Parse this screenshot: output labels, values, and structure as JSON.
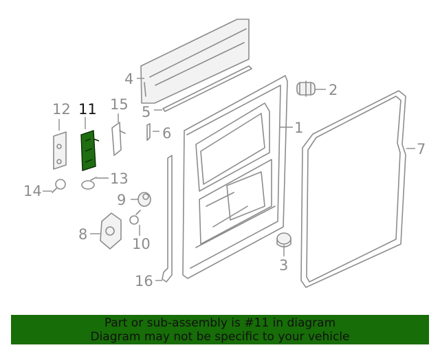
{
  "callouts": {
    "c1": "1",
    "c2": "2",
    "c3": "3",
    "c4": "4",
    "c5": "5",
    "c6": "6",
    "c7": "7",
    "c8": "8",
    "c9": "9",
    "c10": "10",
    "c11": "11",
    "c12": "12",
    "c13": "13",
    "c14": "14",
    "c15": "15",
    "c16": "16"
  },
  "highlighted_part": "11",
  "colors": {
    "line": "#8c8c8c",
    "highlight_fill": "#1f6e12",
    "banner_bg": "#176d07",
    "text_dark": "#111111"
  },
  "banner": {
    "line1": "Part or sub-assembly is #11 in diagram",
    "line2": "Diagram may not be specific to your vehicle"
  }
}
